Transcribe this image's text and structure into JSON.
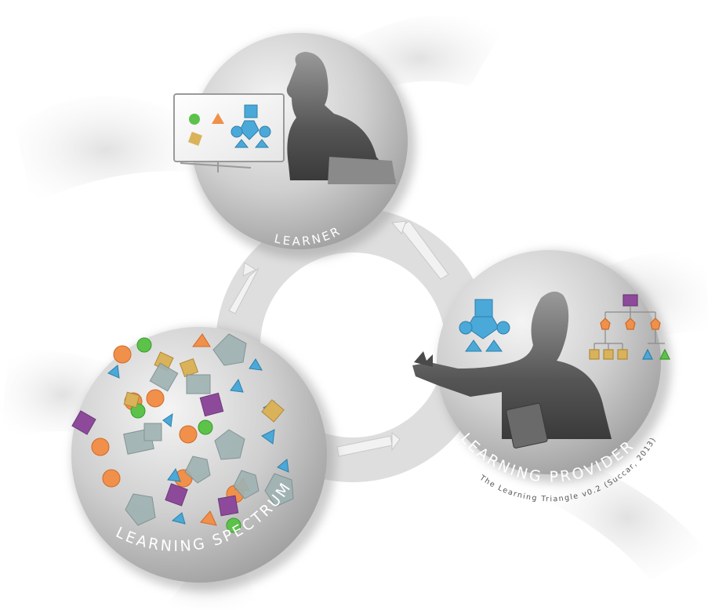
{
  "diagram": {
    "nodes": [
      {
        "id": "learner",
        "label": "LEARNER"
      },
      {
        "id": "provider",
        "label": "LEARNING PROVIDER"
      },
      {
        "id": "spectrum",
        "label": "LEARNING SPECTRUM"
      }
    ],
    "credit": "The Learning Triangle v0.2 (Succar, 2013)",
    "colors": {
      "orange": "#f0904a",
      "green": "#5cc24a",
      "blue": "#4aa9d9",
      "purple": "#8e4a9a",
      "gold": "#d9b25a",
      "slate": "#9fb2b3"
    }
  }
}
